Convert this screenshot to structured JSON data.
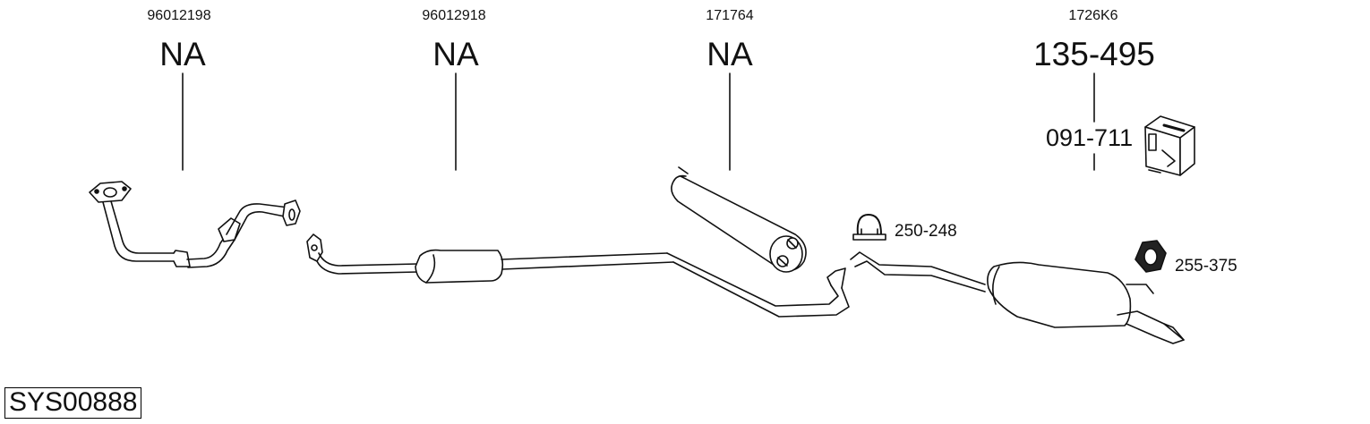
{
  "parts": [
    {
      "ref": "96012198",
      "code": "NA"
    },
    {
      "ref": "96012918",
      "code": "NA"
    },
    {
      "ref": "171764",
      "code": "NA"
    },
    {
      "ref": "1726K6",
      "code": "135-495",
      "kit": "091-711"
    }
  ],
  "accessories": {
    "clamp": "250-248",
    "gasket": "255-375"
  },
  "system_code": "SYS00888",
  "icons": {
    "kit_box": "fitting-kit-box-icon",
    "clamp": "u-bolt-clamp-icon",
    "gasket": "hex-gasket-icon"
  }
}
